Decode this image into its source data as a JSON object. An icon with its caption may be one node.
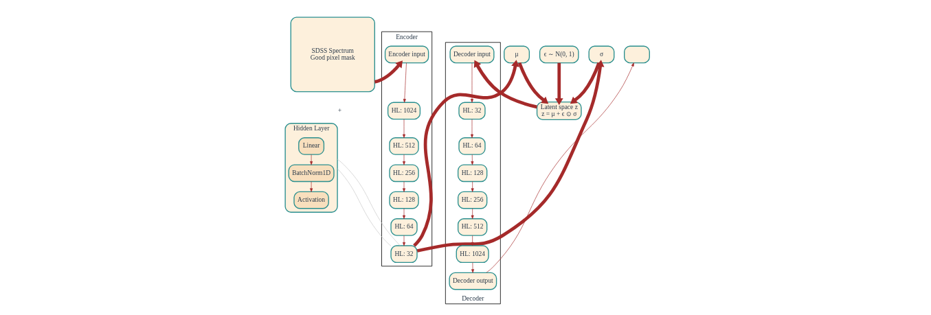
{
  "diagram": {
    "nodes": [
      {
        "text": [
          "SDSS Spectrum",
          "Good pixel mask"
        ]
      },
      {
        "text": [
          "Encoder"
        ]
      },
      {
        "text": [
          "Encoder input"
        ],
        "in": 1
      },
      {
        "text": [
          "HL: 1024"
        ],
        "in": 1
      },
      {
        "text": [
          "HL: 512"
        ],
        "in": 1
      },
      {
        "text": [
          "HL: 256"
        ],
        "in": 1
      },
      {
        "text": [
          "HL: 128"
        ],
        "in": 1
      },
      {
        "text": [
          "HL: 64"
        ],
        "in": 1
      },
      {
        "text": [
          "HL: 32"
        ],
        "in": 1
      },
      {
        "text": [
          "Hidden Layer"
        ]
      },
      {
        "text": [
          "Linear"
        ],
        "in": 9
      },
      {
        "text": [
          "BatchNorm1D"
        ],
        "in": 9
      },
      {
        "text": [
          "Activation"
        ],
        "in": 9
      },
      {
        "text": [
          "Latent space z",
          "z = μ + ϵ ⊙ σ"
        ]
      },
      {
        "text": [
          "μ"
        ]
      },
      {
        "text": [
          "ϵ ∼ N(0, 1)"
        ]
      },
      {
        "text": [
          "σ"
        ]
      },
      {
        "text": [
          "Decoder"
        ]
      },
      {
        "text": [
          "Decoder input"
        ],
        "in": 17
      },
      {
        "text": [
          "HL: 32"
        ],
        "in": 17
      },
      {
        "text": [
          "HL: 64"
        ],
        "in": 17
      },
      {
        "text": [
          "HL: 128"
        ],
        "in": 17
      },
      {
        "text": [
          "HL: 256"
        ],
        "in": 17
      },
      {
        "text": [
          "HL: 512"
        ],
        "in": 17
      },
      {
        "text": [
          "HL: 1024"
        ],
        "in": 17
      },
      {
        "text": [
          "Decoder output"
        ],
        "in": 17
      },
      {
        "text": [],
        "shape": "box"
      }
    ],
    "edges": [
      {
        "from": 0,
        "to": 2,
        "arrow": "to",
        "style": "thick"
      },
      {
        "from": 2,
        "to": 3,
        "arrow": "to"
      },
      {
        "from": 3,
        "to": 4,
        "arrow": "to"
      },
      {
        "from": 4,
        "to": 5,
        "arrow": "to"
      },
      {
        "from": 5,
        "to": 6,
        "arrow": "to"
      },
      {
        "from": 6,
        "to": 7,
        "arrow": "to"
      },
      {
        "from": 7,
        "to": 8,
        "arrow": "to"
      },
      {
        "from": 10,
        "to": 11,
        "arrow": "to"
      },
      {
        "from": 11,
        "to": 12,
        "arrow": "to"
      },
      {
        "from": 9,
        "to": 8,
        "arrow": "none",
        "color": "#c8c8c8"
      },
      {
        "from": 9,
        "to": 8,
        "arrow": "none",
        "color": "#c8c8c8"
      },
      {
        "from": 8,
        "to": 14,
        "arrow": "to",
        "style": "thick"
      },
      {
        "from": 8,
        "to": 16,
        "arrow": "to",
        "style": "thick"
      },
      {
        "from": 14,
        "to": 13,
        "arrow": "to",
        "style": "thick"
      },
      {
        "from": 15,
        "to": 13,
        "arrow": "to",
        "style": "thick"
      },
      {
        "from": 16,
        "to": 13,
        "arrow": "to",
        "style": "thick"
      },
      {
        "from": 13,
        "to": 18,
        "arrow": "to",
        "style": "thick"
      },
      {
        "from": 18,
        "to": 19,
        "arrow": "to"
      },
      {
        "from": 19,
        "to": 20,
        "arrow": "to"
      },
      {
        "from": 20,
        "to": 21,
        "arrow": "to"
      },
      {
        "from": 21,
        "to": 22,
        "arrow": "to"
      },
      {
        "from": 22,
        "to": 23,
        "arrow": "to"
      },
      {
        "from": 23,
        "to": 24,
        "arrow": "to"
      },
      {
        "from": 24,
        "to": 25,
        "arrow": "to"
      },
      {
        "from": 25,
        "to": 26,
        "arrow": "to"
      }
    ],
    "labels": [
      "+"
    ]
  }
}
